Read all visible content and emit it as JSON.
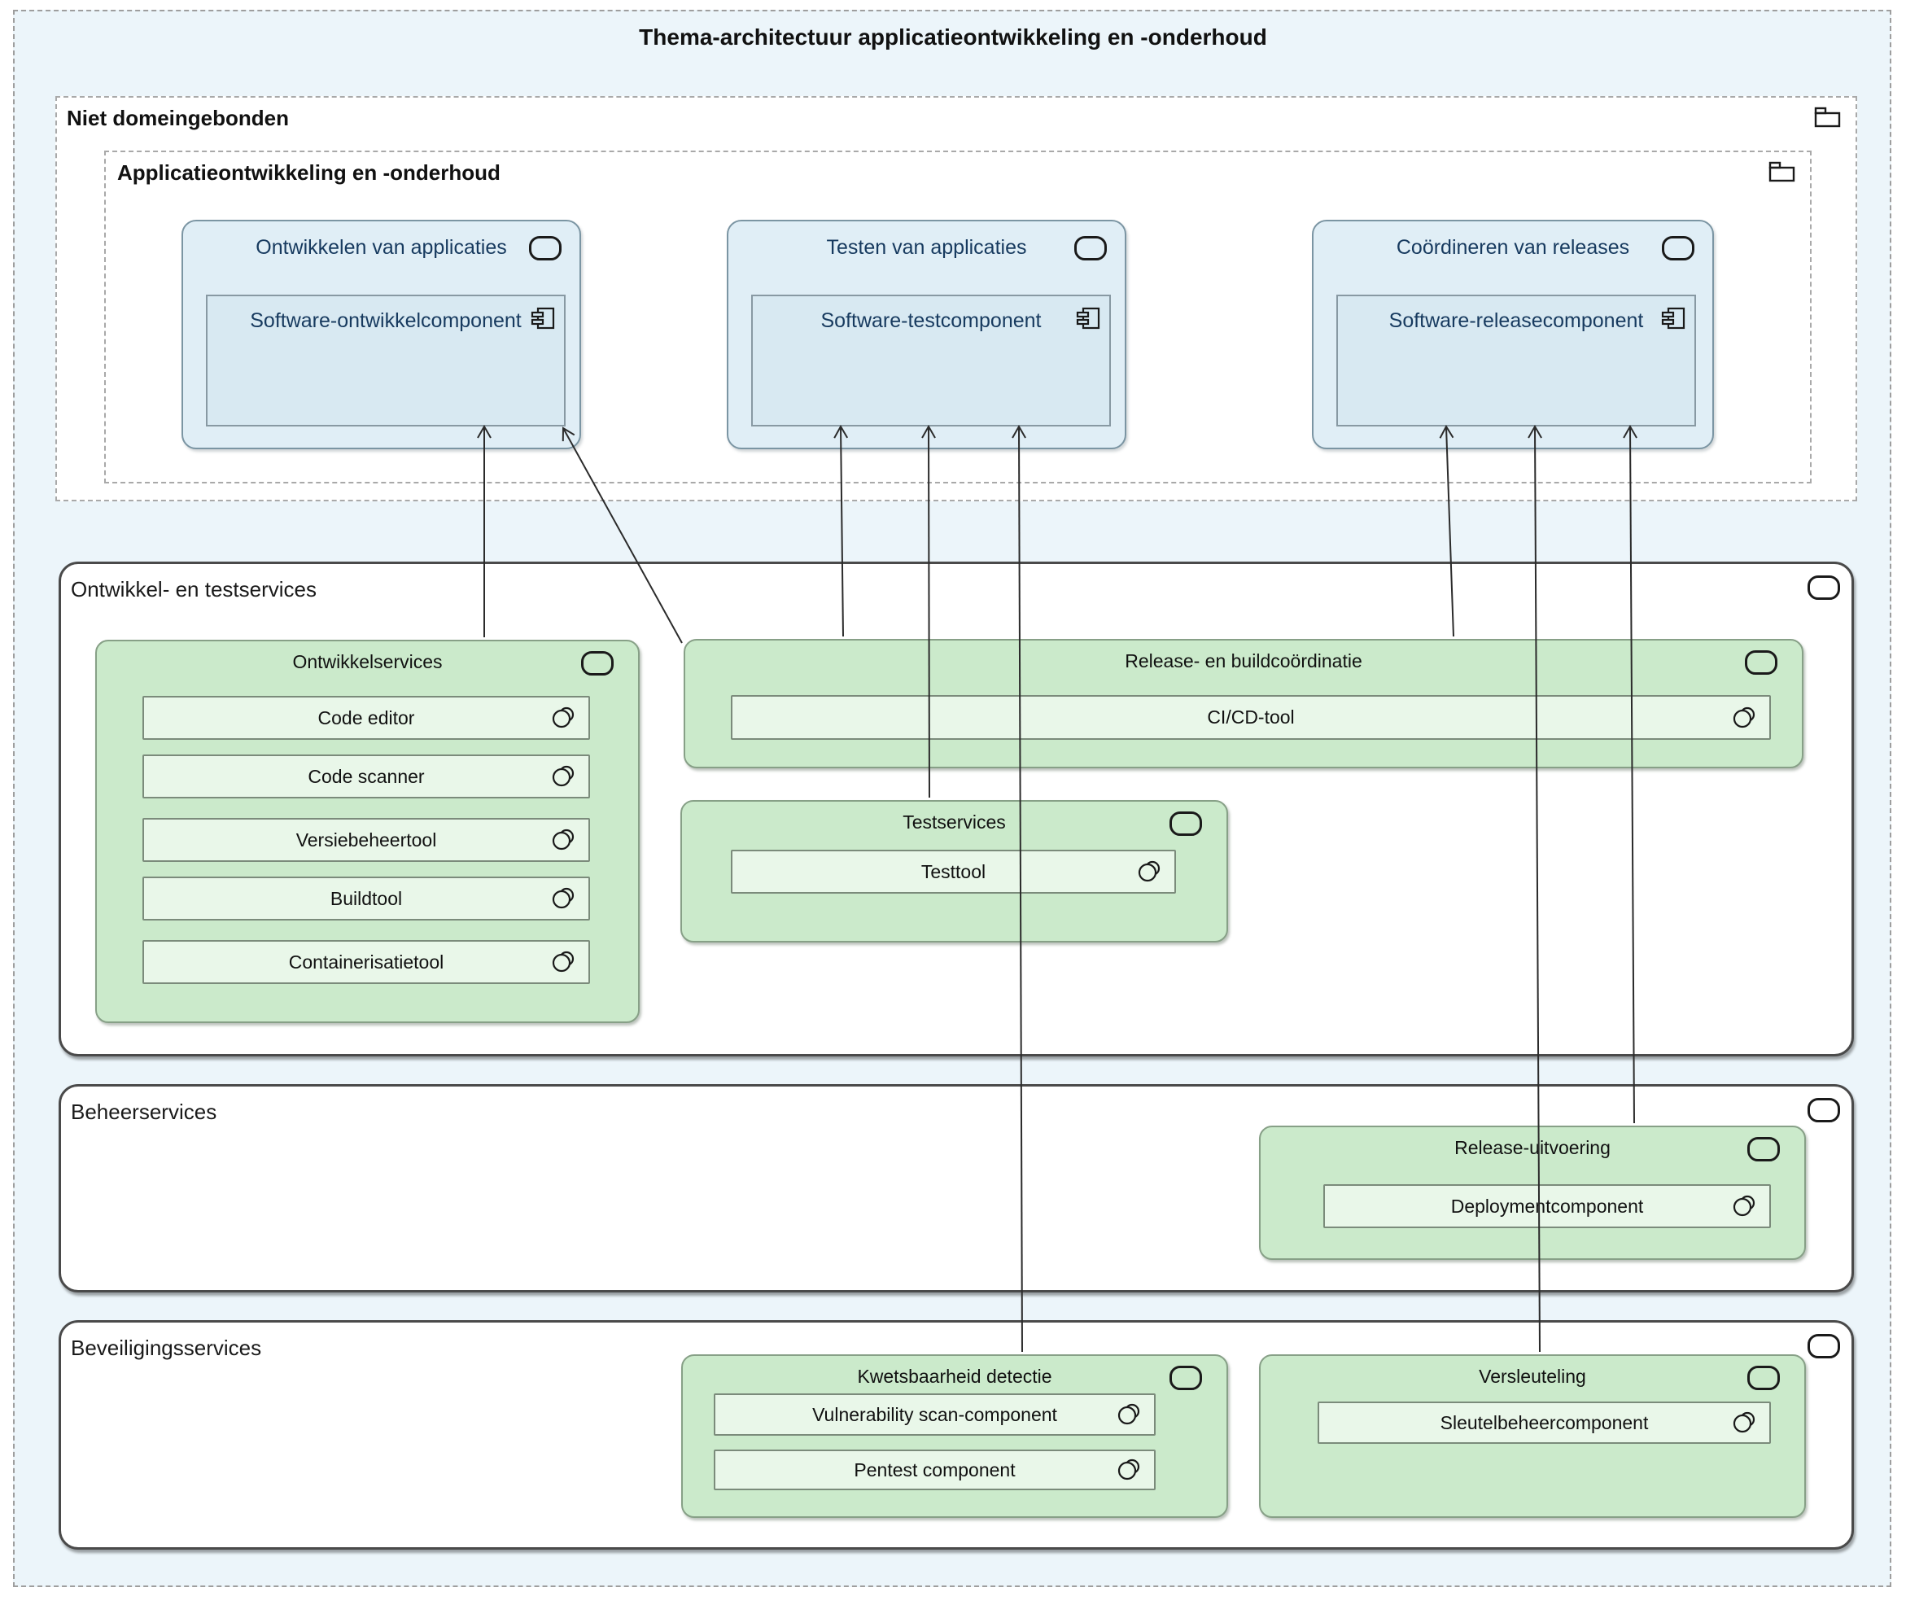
{
  "title": "Thema-architectuur applicatieontwikkeling en -onderhoud",
  "groups": {
    "outer_label": "Niet domeingebonden",
    "inner_label": "Applicatieontwikkeling en -onderhoud"
  },
  "capabilities": [
    {
      "label": "Ontwikkelen van applicaties",
      "component": "Software-ontwikkelcomponent"
    },
    {
      "label": "Testen van applicaties",
      "component": "Software-testcomponent"
    },
    {
      "label": "Coördineren van releases",
      "component": "Software-releasecomponent"
    }
  ],
  "sections": [
    {
      "label": "Ontwikkel- en testservices",
      "groups": [
        {
          "label": "Ontwikkelservices",
          "tools": [
            "Code editor",
            "Code scanner",
            "Versiebeheertool",
            "Buildtool",
            "Containerisatietool"
          ]
        },
        {
          "label": "Release- en buildcoördinatie",
          "tools": [
            "CI/CD-tool"
          ]
        },
        {
          "label": "Testservices",
          "tools": [
            "Testtool"
          ]
        }
      ]
    },
    {
      "label": "Beheerservices",
      "groups": [
        {
          "label": "Release-uitvoering",
          "tools": [
            "Deploymentcomponent"
          ]
        }
      ]
    },
    {
      "label": "Beveiligingsservices",
      "groups": [
        {
          "label": "Kwetsbaarheid detectie",
          "tools": [
            "Vulnerability scan-component",
            "Pentest component"
          ]
        },
        {
          "label": "Versleuteling",
          "tools": [
            "Sleutelbeheercomponent"
          ]
        }
      ]
    }
  ],
  "relations": [
    {
      "from": "Ontwikkelservices",
      "to": "Software-ontwikkelcomponent"
    },
    {
      "from": "Release- en buildcoördinatie",
      "to": "Software-ontwikkelcomponent"
    },
    {
      "from": "Release- en buildcoördinatie",
      "to": "Software-testcomponent"
    },
    {
      "from": "Testservices",
      "to": "Software-testcomponent"
    },
    {
      "from": "Kwetsbaarheid detectie",
      "to": "Software-testcomponent"
    },
    {
      "from": "Release- en buildcoördinatie",
      "to": "Software-releasecomponent"
    },
    {
      "from": "Versleuteling",
      "to": "Software-releasecomponent"
    },
    {
      "from": "Release-uitvoering",
      "to": "Software-releasecomponent"
    }
  ],
  "icons": {
    "folder": "folder-icon",
    "service_pill": "rounded-rectangle-service-icon",
    "component": "uml-component-icon",
    "tool": "overlapping-circles-tool-icon"
  },
  "colors": {
    "outer_bg": "#ecf5fa",
    "capability_fill": "#e0eef6",
    "component_fill": "#d8e9f2",
    "capability_text": "#173a5f",
    "service_group_fill": "#cbeacb",
    "tool_fill": "#e9f7e9",
    "container_fill": "#ffffff",
    "line": "#2b2b2b"
  }
}
